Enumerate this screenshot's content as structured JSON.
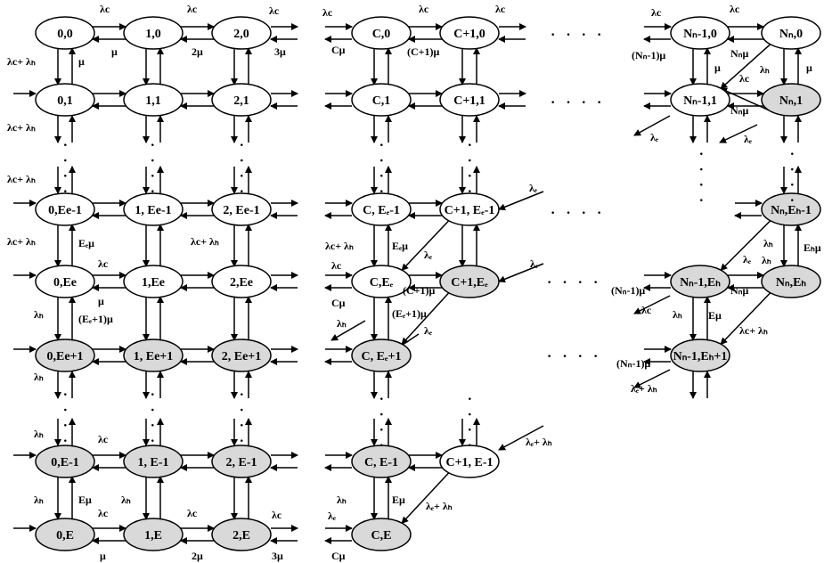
{
  "colors": {
    "white_state": "#ffffff",
    "grey_state": "#d9d9d9",
    "stroke": "#000000"
  },
  "states": {
    "s00": "0,0",
    "s10": "1,0",
    "s20": "2,0",
    "sC0": "C,0",
    "sC10": "C+1,0",
    "sN10": "Nₙ-1,0",
    "sN0": "Nₙ,0",
    "s01": "0,1",
    "s11": "1,1",
    "s21": "2,1",
    "sC1": "C,1",
    "sC11": "C+1,1",
    "sN11": "Nₙ-1,1",
    "sN1": "Nₙ,1",
    "s0Ee1": "0,Ee-1",
    "s1Ee1": "1, Ee-1",
    "s2Ee1": "2, Ee-1",
    "sCEe1": "C, Eₑ-1",
    "sC1Ee1": "C+1, Eₑ-1",
    "sNEh1": "Nₙ,Eₕ-1",
    "s0Ee": "0,Ee",
    "s1Ee": "1,Ee",
    "s2Ee": "2,Ee",
    "sCEe": "C,Eₑ",
    "sC1Ee": "C+1,Eₑ",
    "sN1Eh": "Nₙ-1,Eₕ",
    "sNEh": "Nₙ,Eₕ",
    "s0Ee_1": "0,Ee+1",
    "s1Ee_1": "1, Ee+1",
    "s2Ee_1": "2, Ee+1",
    "sCEe_1": "C, Eₑ+1",
    "sN1Eh_1": "Nₙ-1,Eₕ+1",
    "s0E1": "0,E-1",
    "s1E1": "1, E-1",
    "s2E1": "2, E-1",
    "sCE1": "C, E-1",
    "sC1E1": "C+1, E-1",
    "s0E": "0,E",
    "s1E": "1,E",
    "s2E": "2,E",
    "sCE": "C,E"
  },
  "edge_labels": {
    "lc": "λc",
    "le": "λₑ",
    "lh": "λₕ",
    "le_lh": "λₑ+ λₕ",
    "lc_lh": "λc+ λₕ",
    "mu": "μ",
    "two_mu": "2μ",
    "three_mu": "3μ",
    "C_mu": "Cμ",
    "C1_mu": "(C+1)μ",
    "Nn1_mu": "(Nₙ-1)μ",
    "Nn_mu": "Nₙμ",
    "Ee_mu": "Eₑμ",
    "Ee1_mu": "(Eₑ+1)μ",
    "E_mu": "Eμ",
    "Eh_mu": "Eₕμ"
  },
  "ellipsis": "· · · ·"
}
